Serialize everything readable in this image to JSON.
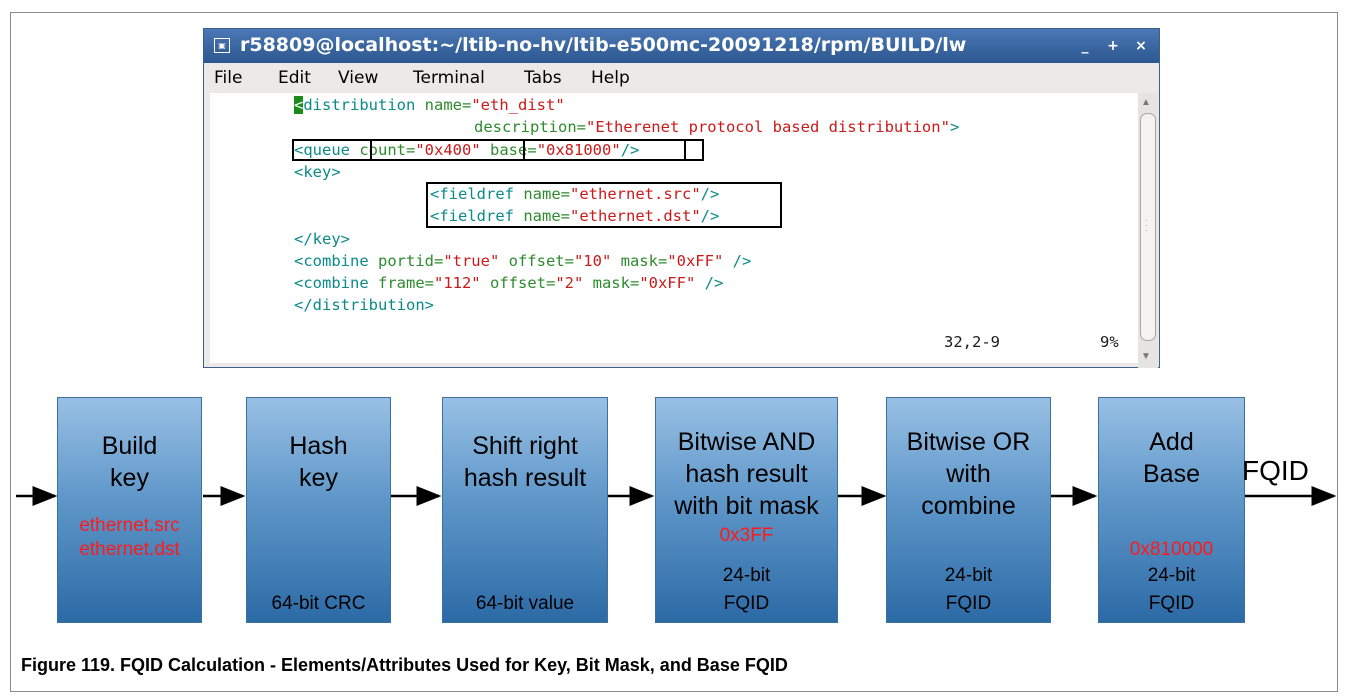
{
  "terminal": {
    "title": "r58809@localhost:~/ltib-no-hv/ltib-e500mc-20091218/rpm/BUILD/lw",
    "buttons": {
      "minimize": "_",
      "maximize": "+",
      "close": "×"
    },
    "menu": [
      "File",
      "Edit",
      "View",
      "Terminal",
      "Tabs",
      "Help"
    ],
    "code": {
      "l1": {
        "open": "<",
        "tag": "distribution",
        "attr": " name=",
        "val": "\"eth_dist\""
      },
      "l2": {
        "attr": "description=",
        "val": "\"Etherenet protocol based distribution\"",
        "close": ">"
      },
      "l3": {
        "tag": "<queue",
        "a1": "count=",
        "v1": "\"0x400\"",
        "a2": "base=",
        "v2": "\"0x81000\"",
        "close": "/>"
      },
      "l4": {
        "tag": "<key>"
      },
      "l5": {
        "tag": "<fieldref",
        "attr": " name=",
        "val": "\"ethernet.src\"",
        "close": "/>"
      },
      "l6": {
        "tag": "<fieldref",
        "attr": " name=",
        "val": "\"ethernet.dst\"",
        "close": "/>"
      },
      "l7": {
        "tag": "</key>"
      },
      "l8": {
        "tag": "<combine",
        "a1": " portid=",
        "v1": "\"true\"",
        "a2": " offset=",
        "v2": "\"10\"",
        "a3": " mask=",
        "v3": "\"0xFF\"",
        "close": " />"
      },
      "l9": {
        "tag": "<combine",
        "a1": " frame=",
        "v1": "\"112\"",
        "a2": " offset=",
        "v2": "\"2\"",
        "a3": " mask=",
        "v3": "\"0xFF\"",
        "close": " />"
      },
      "l10": {
        "tag": "</distribution>"
      }
    },
    "status": {
      "position": "32,2-9",
      "percent": "9%"
    }
  },
  "flow": {
    "steps": [
      {
        "title": [
          "Build",
          "key"
        ],
        "red": [
          "ethernet.src",
          "ethernet.dst"
        ],
        "bottom": []
      },
      {
        "title": [
          "Hash",
          "key"
        ],
        "red": [],
        "bottom": [
          "64-bit CRC"
        ]
      },
      {
        "title": [
          "Shift right",
          "hash result"
        ],
        "red": [],
        "bottom": [
          "64-bit value"
        ]
      },
      {
        "title": [
          "Bitwise AND",
          "hash result",
          "with bit mask"
        ],
        "red": [
          "0x3FF"
        ],
        "bottom": [
          "24-bit",
          "FQID"
        ]
      },
      {
        "title": [
          "Bitwise OR",
          "with",
          "combine"
        ],
        "red": [],
        "bottom": [
          "24-bit",
          "FQID"
        ]
      },
      {
        "title": [
          "Add",
          "Base"
        ],
        "red": [
          "0x810000"
        ],
        "bottom": [
          "24-bit",
          "FQID"
        ]
      }
    ],
    "output_label": "FQID"
  },
  "caption": "Figure 119.  FQID Calculation - Elements/Attributes Used for Key, Bit Mask, and Base FQID",
  "colors": {
    "titlebar": "#2c578f",
    "box_top": "#98c0e4",
    "box_bottom": "#2c6aa6",
    "highlight": "#ff1a1a"
  }
}
